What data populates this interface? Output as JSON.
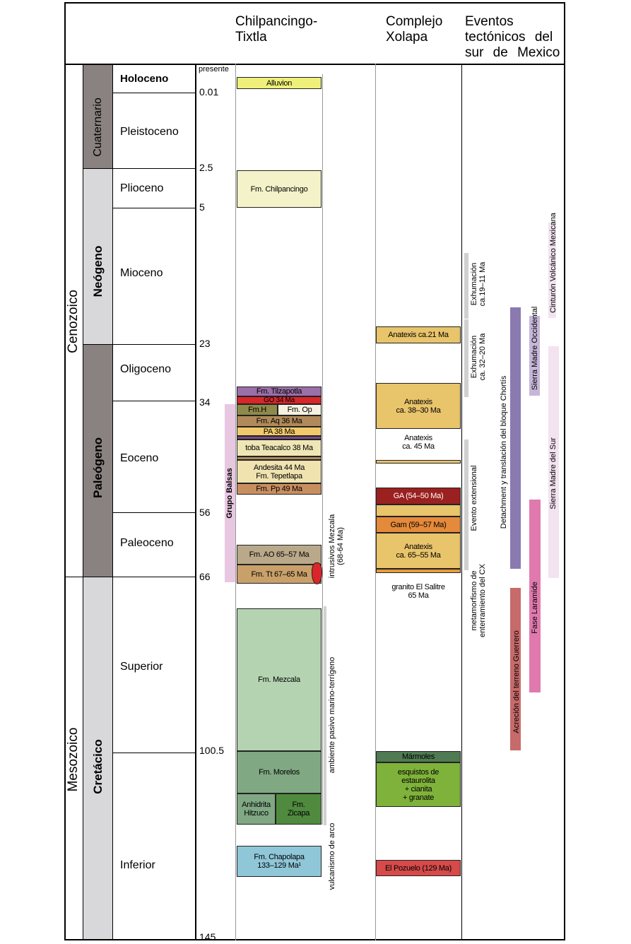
{
  "headers": {
    "col1": "Chilpancingo-\nTixtla",
    "col2": "Complejo\nXolapa",
    "col3": "Eventos\ntectónicos del\nsur de Mexico"
  },
  "eras": [
    "Cenozoico",
    "Mesozoico"
  ],
  "periods": [
    "Cuaternario",
    "Neógeno",
    "Paleógeno",
    "Cretácico"
  ],
  "epochs": [
    "Holoceno",
    "Pleistoceno",
    "Plioceno",
    "Mioceno",
    "Oligoceno",
    "Eoceno",
    "Paleoceno",
    "Superior",
    "Inferior"
  ],
  "ages": [
    "presente",
    "0.01",
    "2.5",
    "5",
    "23",
    "34",
    "56",
    "66",
    "100.5",
    "145"
  ],
  "chilpancingo": {
    "units": [
      "Alluvion",
      "Fm. Chilpancingo",
      "Fm. Tilzapotla",
      "GO 34 Ma",
      "Fm.H",
      "Fm. Op",
      "Fm. Aq 36 Ma",
      "PA 38 Ma",
      "toba Teacalco 38 Ma",
      "Andesita 44 Ma",
      "Fm. Tepetlapa",
      "Fm. Pp 49 Ma",
      "Fm. AO 65–57 Ma",
      "Fm. Tt 67–65 Ma",
      "Fm. Mezcala",
      "Fm. Morelos",
      "Anhidrita\nHitzuco",
      "Fm.\nZicapa",
      "Fm. Chapolapa\n133–129 Ma¹"
    ],
    "grupo_balsas": "Grupo Balsas",
    "intrusivos": "intrusivos Mezcala\n(68-64 Ma)",
    "ambiente": "ambiente pasivo marino-terrígeno",
    "vulcanismo": "vulcanismo de arco"
  },
  "xolapa": {
    "units": [
      "Anatexis ca.21 Ma",
      "Anatexis\nca. 38–30 Ma",
      "Anatexis\nca. 45 Ma",
      "GA (54–50 Ma)",
      "Gam (59–57 Ma)",
      "Anatexis\nca. 65–55 Ma",
      "granito El Salitre\n65 Ma",
      "Mármoles",
      "esquistos de\nestaurolita\n+ cianita\n+ granate",
      "El Pozuelo (129 Ma)"
    ]
  },
  "events": {
    "exhumacion1": "Exhumación\nca.19–11 Ma",
    "exhumacion2": "Exhumación\nca. 32–20 Ma",
    "extensional": "Evento extensional",
    "metamorfismo": "metamorfismo de\nenterramiento del CX",
    "detachment": "Detachment y translación del  bloque Chortís",
    "acrecion": "Acreción del terreno Guerrero",
    "laramide": "Fase Laramide",
    "smo": "Sierra Madre Occidental",
    "cvm": "Cinturón Volcánico Mexicana",
    "sms": "Sierra Madre del Sur"
  },
  "colors": {
    "era_bg": "#d8d8da",
    "period_dark": "#8a8280",
    "period_light": "#d8d8da",
    "alluvion": "#eef07a",
    "chilpancingo": "#f3f2c8",
    "tilzapotla": "#9b6fa8",
    "go": "#d8262a",
    "fmh": "#8f8a4a",
    "aq": "#b08a5a",
    "pa": "#f2c96a",
    "purple_thin": "#7a4a8a",
    "teacalco": "#efe6b6",
    "andesita": "#f0e3b0",
    "pp": "#c98e60",
    "ao": "#b9a98a",
    "tt": "#c9a06a",
    "mezcala": "#b3d3b1",
    "morelos": "#7fa883",
    "zicapa": "#4f8a3f",
    "chapolapa": "#8fc6d8",
    "anatexis": "#e8c46b",
    "ga": "#9b2020",
    "gam": "#e58a3a",
    "salitre_line": "#e89a3a",
    "marmoles": "#4f7a52",
    "esquistos": "#7fb23a",
    "pozuelo": "#d64a4a",
    "detachment": "#8a7ab0",
    "acrecion": "#c76a6a",
    "laramide": "#e07aae",
    "smo": "#c7b6d8",
    "sms": "#f3e3f0",
    "grupo_balsas": "#e8c7e0",
    "event_grey": "#d0d0d0"
  }
}
